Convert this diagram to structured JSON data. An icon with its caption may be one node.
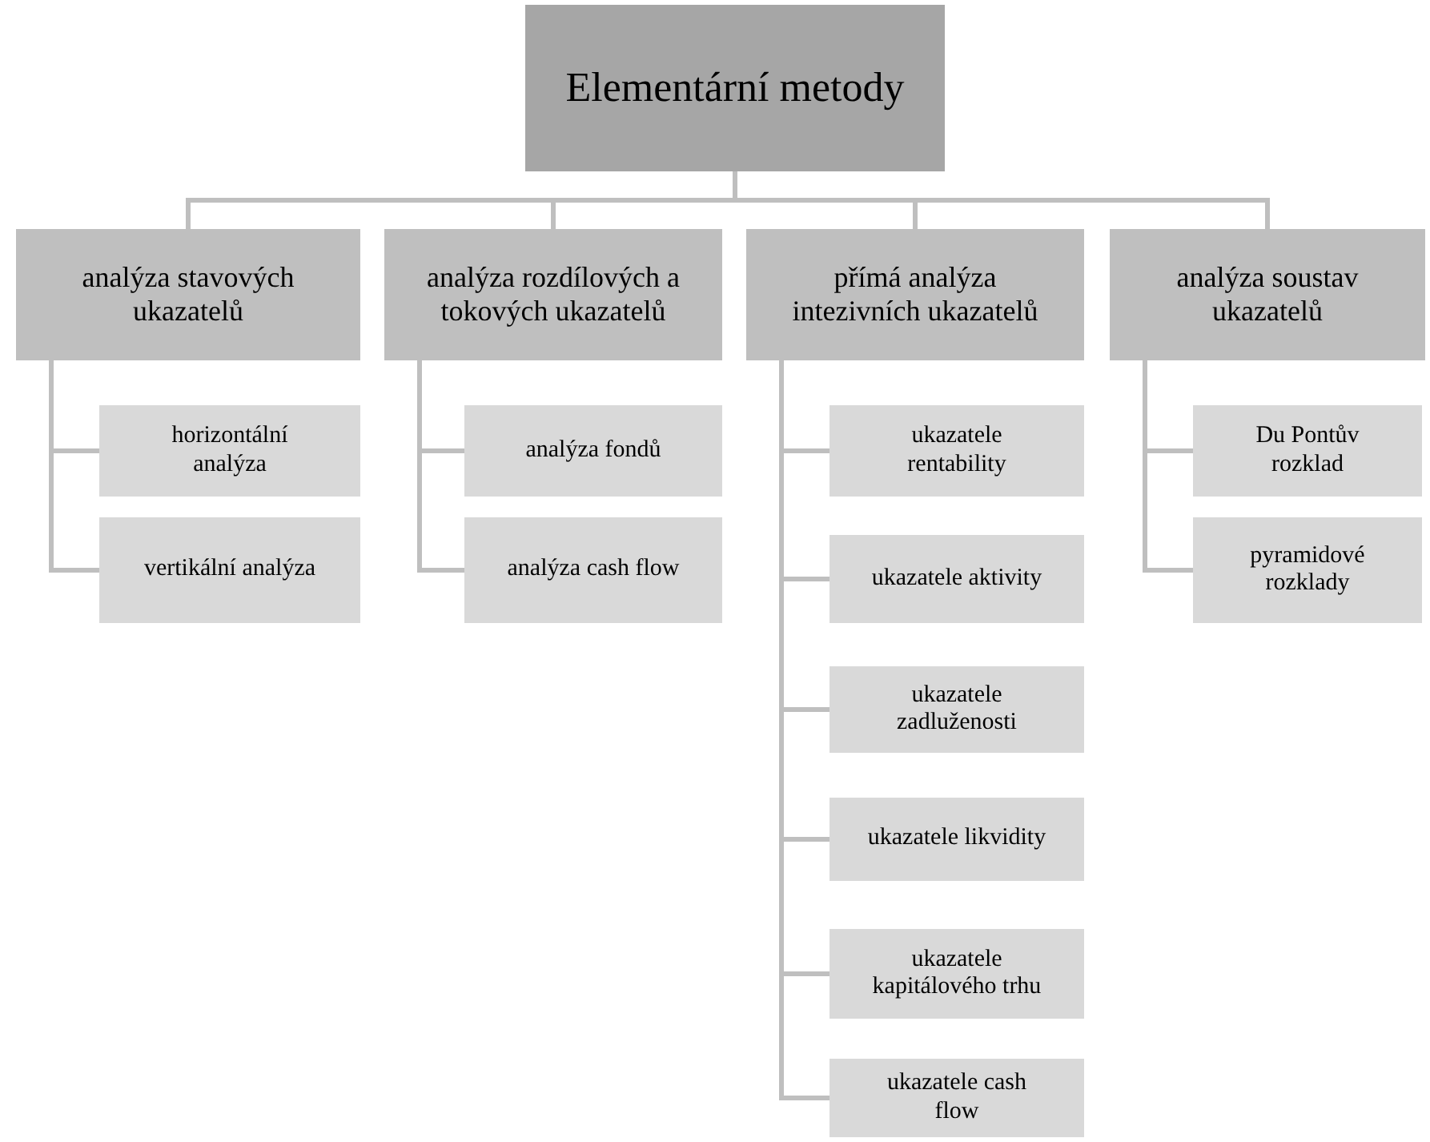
{
  "diagram": {
    "nodes": [
      {
        "text": [
          "Elementární metody"
        ]
      },
      {
        "text": [
          "analýza stavových ukazatelů"
        ]
      },
      {
        "text": [
          "horizontální analýza"
        ]
      },
      {
        "text": [
          "vertikální analýza"
        ]
      },
      {
        "text": [
          "analýza rozdílových a tokových ukazatelů"
        ]
      },
      {
        "text": [
          "analýza fondů"
        ]
      },
      {
        "text": [
          "analýza cash flow"
        ]
      },
      {
        "text": [
          "přímá analýza intezivních ukazatelů"
        ]
      },
      {
        "text": [
          "ukazatele rentability"
        ]
      },
      {
        "text": [
          "ukazatele aktivity"
        ]
      },
      {
        "text": [
          "ukazatele zadluženosti"
        ]
      },
      {
        "text": [
          "ukazatele likvidity"
        ]
      },
      {
        "text": [
          "ukazatele kapitálového trhu"
        ]
      },
      {
        "text": [
          "ukazatele cash flow"
        ]
      },
      {
        "text": [
          "analýza soustav ukazatelů"
        ]
      },
      {
        "text": [
          "Du Pontův rozklad"
        ]
      },
      {
        "text": [
          "pyramidové rozklady"
        ]
      }
    ],
    "edges": [
      {
        "from": 0,
        "to": 1,
        "arrow": "none"
      },
      {
        "from": 0,
        "to": 4,
        "arrow": "none"
      },
      {
        "from": 0,
        "to": 7,
        "arrow": "none"
      },
      {
        "from": 0,
        "to": 14,
        "arrow": "none"
      },
      {
        "from": 1,
        "to": 2,
        "arrow": "none"
      },
      {
        "from": 1,
        "to": 3,
        "arrow": "none"
      },
      {
        "from": 4,
        "to": 5,
        "arrow": "none"
      },
      {
        "from": 4,
        "to": 6,
        "arrow": "none"
      },
      {
        "from": 7,
        "to": 8,
        "arrow": "none"
      },
      {
        "from": 7,
        "to": 9,
        "arrow": "none"
      },
      {
        "from": 7,
        "to": 10,
        "arrow": "none"
      },
      {
        "from": 7,
        "to": 11,
        "arrow": "none"
      },
      {
        "from": 7,
        "to": 12,
        "arrow": "none"
      },
      {
        "from": 7,
        "to": 13,
        "arrow": "none"
      },
      {
        "from": 14,
        "to": 15,
        "arrow": "none"
      },
      {
        "from": 14,
        "to": 16,
        "arrow": "none"
      }
    ]
  }
}
